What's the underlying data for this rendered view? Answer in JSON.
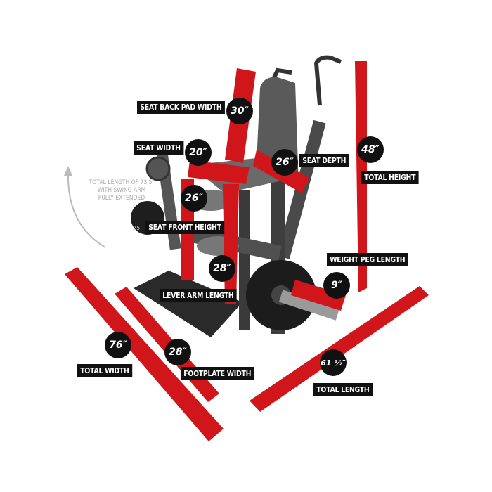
{
  "colors": {
    "band": "#d0161b",
    "machine": "#4a4a4a",
    "label_bg": "#111111",
    "note": "#aaaaaa"
  },
  "annotations": {
    "seat_back_pad_width": {
      "label": "SEAT BACK PAD WIDTH",
      "value": "30″"
    },
    "seat_width": {
      "label": "SEAT WIDTH",
      "value": "20″"
    },
    "seat_depth": {
      "label": "SEAT DEPTH",
      "value": "26″"
    },
    "total_height": {
      "label": "TOTAL HEIGHT",
      "value": "48″"
    },
    "seat_front_height": {
      "label": "SEAT FRONT HEIGHT",
      "value": "26″"
    },
    "lever_arm_length": {
      "label": "LEVER ARM LENGTH",
      "value": "28″"
    },
    "weight_peg_length": {
      "label": "WEIGHT PEG LENGTH",
      "value": "9″"
    },
    "total_width": {
      "label": "TOTAL WIDTH",
      "value": "76″"
    },
    "footplate_width": {
      "label": "FOOTPLATE WIDTH",
      "value": "28″"
    },
    "total_length": {
      "label": "TOTAL LENGTH",
      "value": "61 ½″"
    }
  },
  "note": {
    "line1": "TOTAL LENGTH OF 73.5″",
    "line2": "WITH SWING ARM",
    "line3": "FULLY EXTENDED"
  },
  "plate_number": "25"
}
